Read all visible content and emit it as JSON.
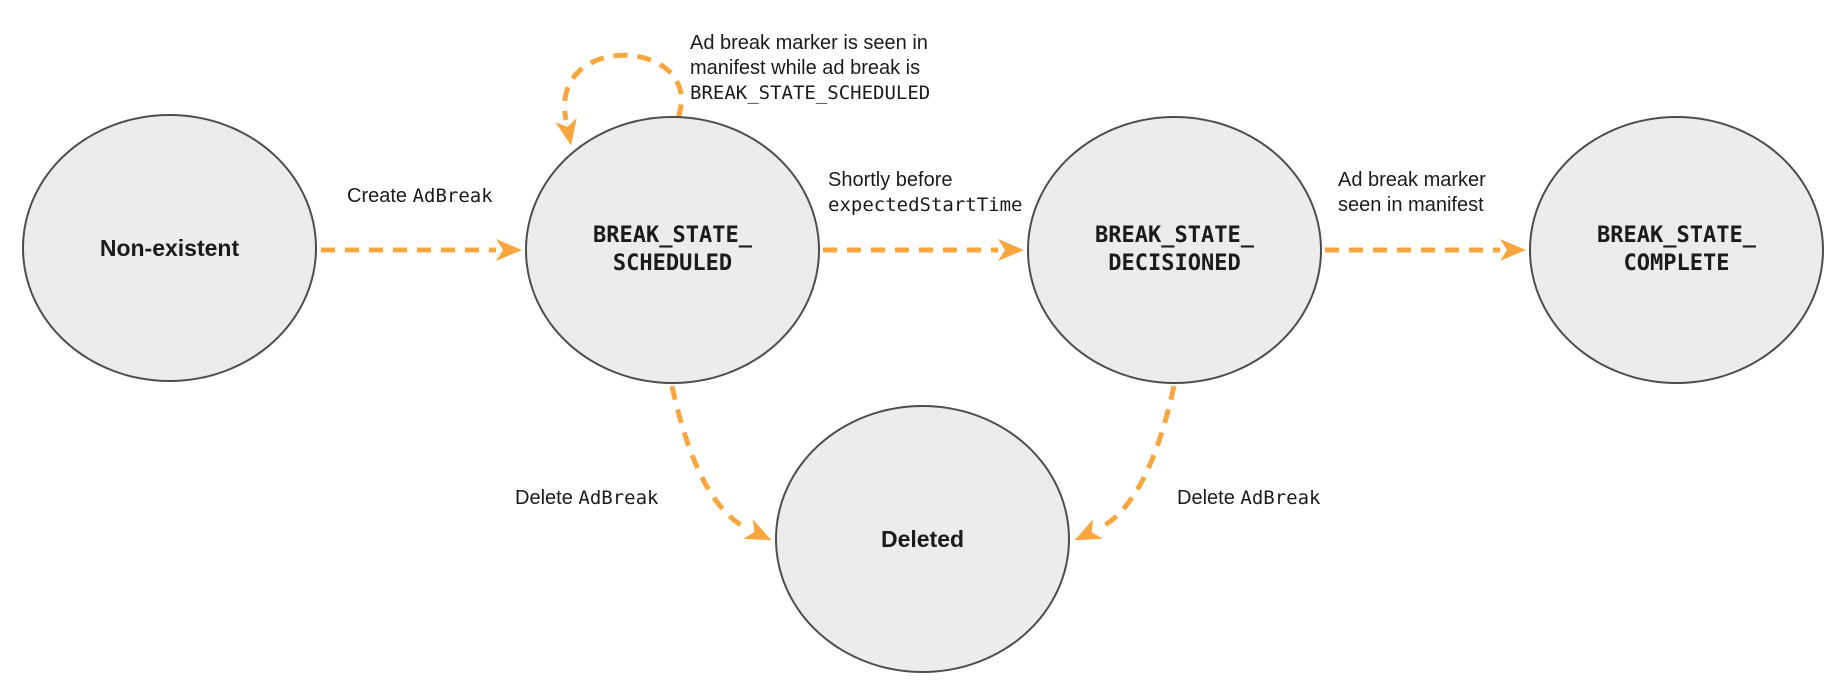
{
  "colors": {
    "arrow": "#F9A63F",
    "node_fill": "#ECECEC",
    "node_border": "#4D4D4D",
    "text": "#1B1B1B",
    "bg": "#FFFFFF"
  },
  "nodes": {
    "non_existent": {
      "label": "Non-existent"
    },
    "scheduled": {
      "line1": "BREAK_STATE_",
      "line2": "SCHEDULED"
    },
    "decisioned": {
      "line1": "BREAK_STATE_",
      "line2": "DECISIONED"
    },
    "complete": {
      "line1": "BREAK_STATE_",
      "line2": "COMPLETE"
    },
    "deleted": {
      "label": "Deleted"
    }
  },
  "labels": {
    "create": {
      "text": "Create ",
      "code": "AdBreak"
    },
    "self_loop": {
      "line1": "Ad break marker is seen in",
      "line2": "manifest while ad break is",
      "code": "BREAK_STATE_SCHEDULED"
    },
    "shortly": {
      "line1": "Shortly before",
      "code": "expectedStartTime"
    },
    "marker_seen": {
      "line1": "Ad break marker",
      "line2": "seen in manifest"
    },
    "delete_left": {
      "text": "Delete ",
      "code": "AdBreak"
    },
    "delete_right": {
      "text": "Delete ",
      "code": "AdBreak"
    }
  }
}
